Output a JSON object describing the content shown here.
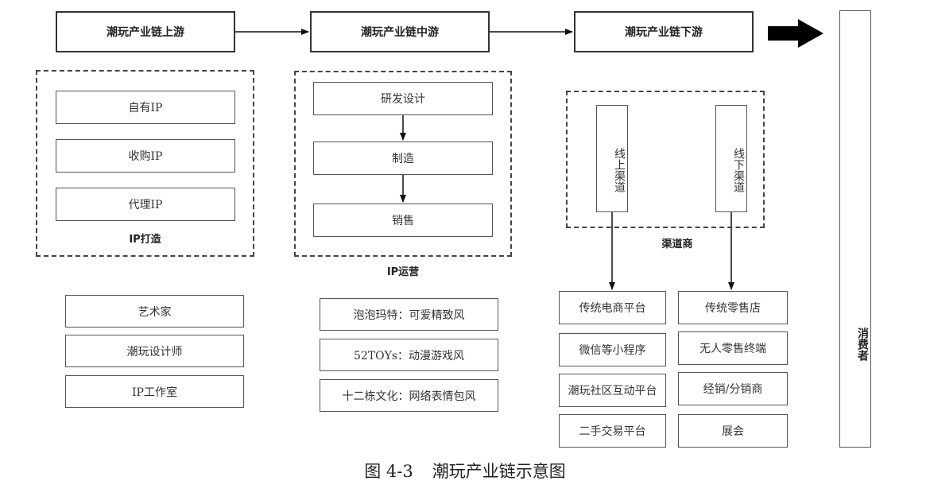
{
  "headers": {
    "upstream": "潮玩产业链上游",
    "midstream": "潮玩产业链中游",
    "downstream": "潮玩产业链下游"
  },
  "upstream": {
    "items": [
      "自有IP",
      "收购IP",
      "代理IP"
    ],
    "group_label": "IP打造",
    "creators": [
      "艺术家",
      "潮玩设计师",
      "IP工作室"
    ]
  },
  "midstream": {
    "steps": [
      "研发设计",
      "制造",
      "销售"
    ],
    "group_label": "IP运营",
    "examples": [
      "泡泡玛特：可爱精致风",
      "52TOYs：动漫游戏风",
      "十二栋文化：网络表情包风"
    ]
  },
  "downstream": {
    "online_channel": "线上渠道",
    "offline_channel": "线下渠道",
    "group_label": "渠道商",
    "online_list": [
      "传统电商平台",
      "微信等小程序",
      "潮玩社区互动平台",
      "二手交易平台"
    ],
    "offline_list": [
      "传统零售店",
      "无人零售终端",
      "经销/分销商",
      "展会"
    ]
  },
  "consumer": "消费者",
  "caption": {
    "number": "图 4-3",
    "title": "潮玩产业链示意图"
  }
}
